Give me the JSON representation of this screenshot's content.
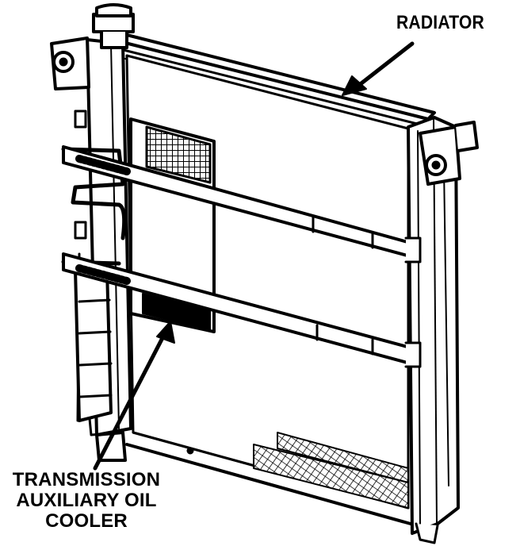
{
  "labels": {
    "radiator": "RADIATOR",
    "cooler_line1": "TRANSMISSION",
    "cooler_line2": "AUXILIARY OIL",
    "cooler_line3": "COOLER"
  },
  "colors": {
    "ink": "#000000",
    "paper": "#ffffff"
  }
}
